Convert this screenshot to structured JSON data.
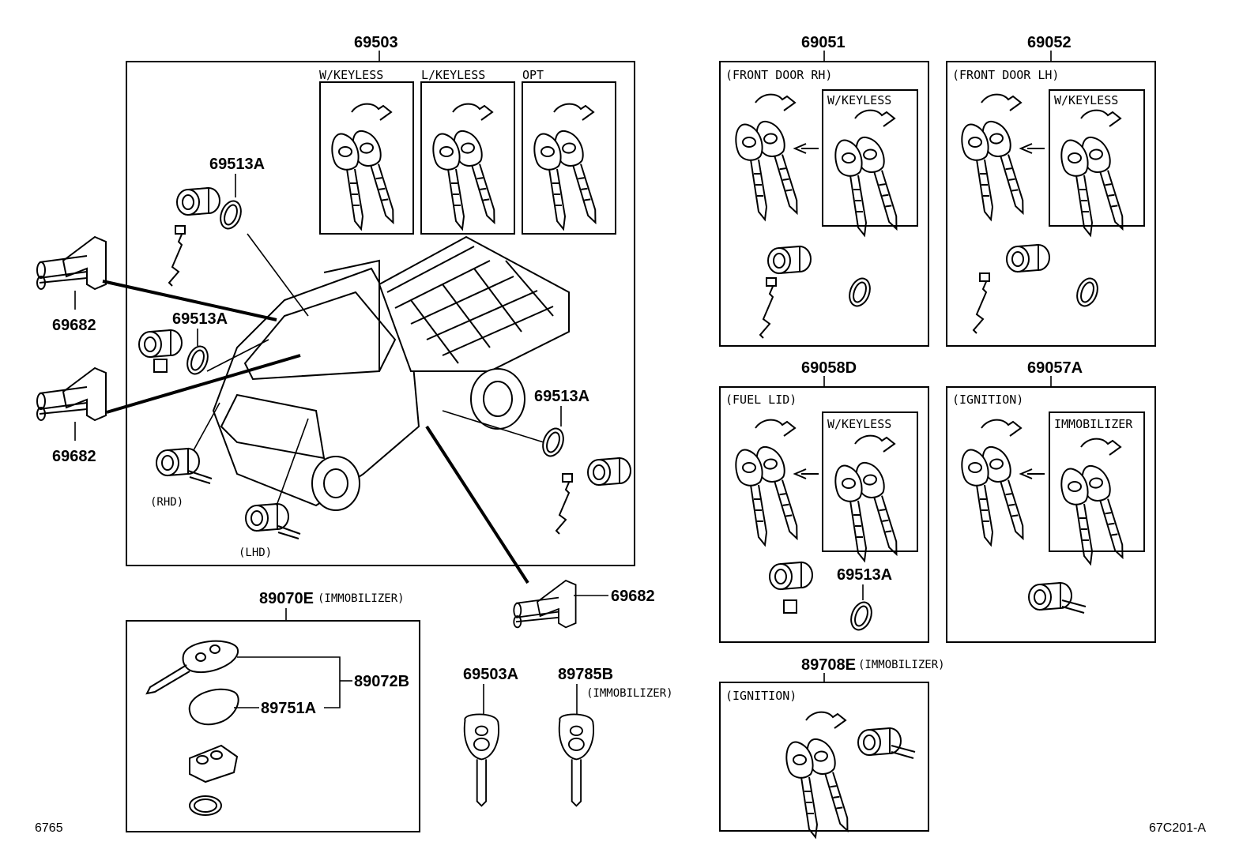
{
  "labels": {
    "p69503": "69503",
    "wkeyless_main": "W/KEYLESS",
    "lkeyless_main": "L/KEYLESS",
    "opt_main": "OPT",
    "p69513a_1": "69513A",
    "p69513a_2": "69513A",
    "p69513a_3": "69513A",
    "p69513a_4": "69513A",
    "p69682_1": "69682",
    "p69682_2": "69682",
    "p69682_3": "69682",
    "rhd": "(RHD)",
    "lhd": "(LHD)",
    "p69051": "69051",
    "front_door_rh": "(FRONT DOOR RH)",
    "wkeyless_rh": "W/KEYLESS",
    "p69052": "69052",
    "front_door_lh": "(FRONT DOOR LH)",
    "wkeyless_lh": "W/KEYLESS",
    "p69058d": "69058D",
    "fuel_lid": "(FUEL LID)",
    "wkeyless_fuel": "W/KEYLESS",
    "p69057a": "69057A",
    "ignition_1": "(IGNITION)",
    "immobilizer_box": "IMMOBILIZER",
    "p89070e": "89070E",
    "immob_89070e": "(IMMOBILIZER)",
    "p89072b": "89072B",
    "p89751a": "89751A",
    "p69503a": "69503A",
    "p89785b": "89785B",
    "immob_89785b": "(IMMOBILIZER)",
    "p89708e": "89708E",
    "immob_89708e": "(IMMOBILIZER)",
    "ignition_2": "(IGNITION)",
    "footer_left": "6765",
    "footer_right": "67C201-A"
  }
}
